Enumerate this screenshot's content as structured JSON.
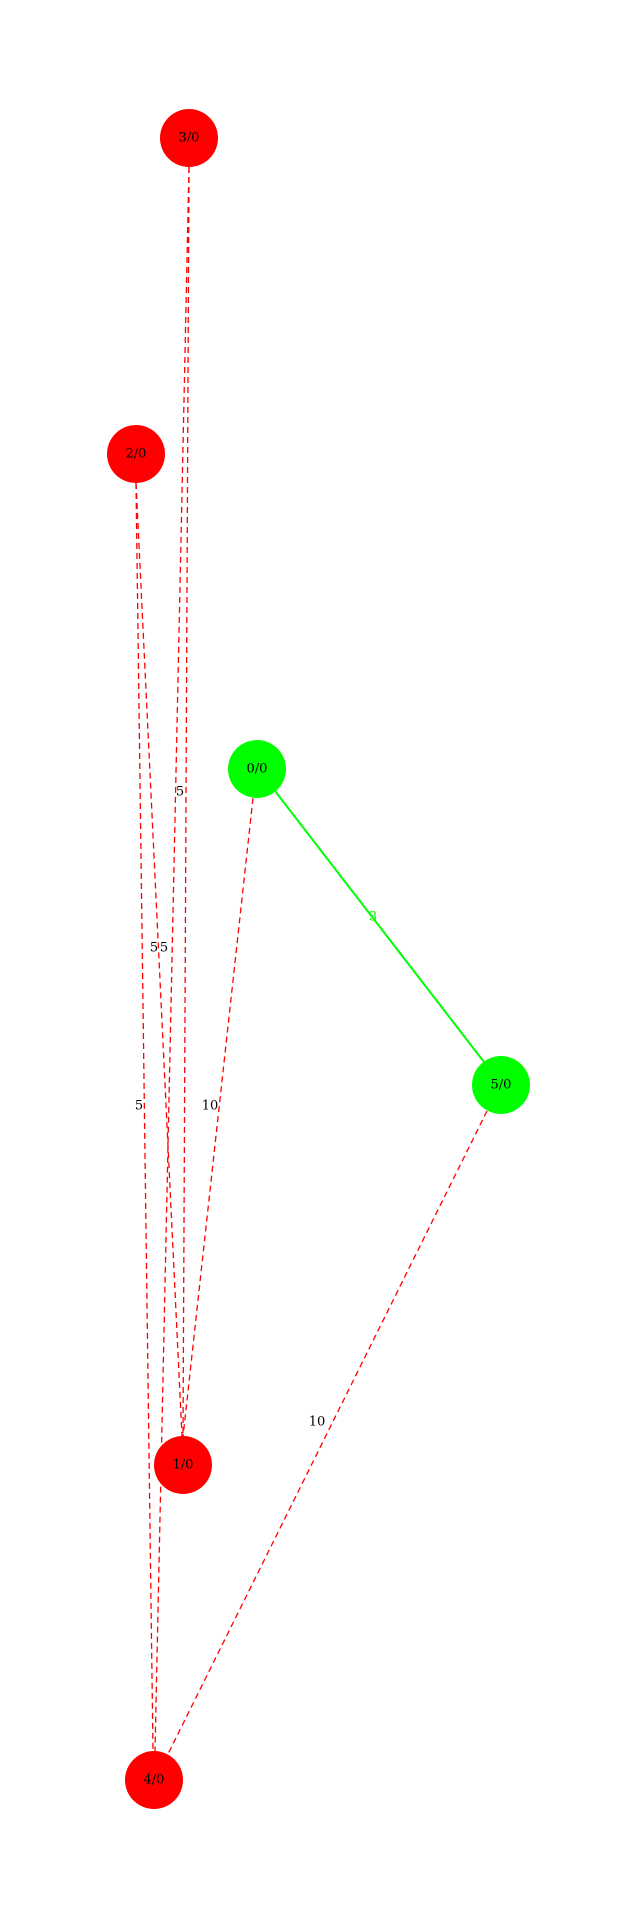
{
  "colors": {
    "red": "#ff0000",
    "green": "#00ff00",
    "label": "#000000",
    "background": "#ffffff"
  },
  "nodes": [
    {
      "id": "n0",
      "label": "0/0",
      "color": "green"
    },
    {
      "id": "n1",
      "label": "1/0",
      "color": "red"
    },
    {
      "id": "n2",
      "label": "2/0",
      "color": "red"
    },
    {
      "id": "n3",
      "label": "3/0",
      "color": "red"
    },
    {
      "id": "n4",
      "label": "4/0",
      "color": "red"
    },
    {
      "id": "n5",
      "label": "5/0",
      "color": "green"
    }
  ],
  "edges": [
    {
      "id": "e05",
      "from": "0/0",
      "to": "5/0",
      "label": "3",
      "color": "green",
      "style": "solid"
    },
    {
      "id": "e01",
      "from": "0/0",
      "to": "1/0",
      "label": "10",
      "color": "red",
      "style": "dashed"
    },
    {
      "id": "e54",
      "from": "5/0",
      "to": "4/0",
      "label": "10",
      "color": "red",
      "style": "dashed"
    },
    {
      "id": "e31",
      "from": "3/0",
      "to": "1/0",
      "label": "5",
      "color": "red",
      "style": "dashed"
    },
    {
      "id": "e34",
      "from": "3/0",
      "to": "4/0",
      "label": "5",
      "color": "red",
      "style": "dashed"
    },
    {
      "id": "e21",
      "from": "2/0",
      "to": "1/0",
      "label": "5",
      "color": "red",
      "style": "dashed"
    },
    {
      "id": "e24",
      "from": "2/0",
      "to": "4/0",
      "label": "5",
      "color": "red",
      "style": "dashed"
    }
  ]
}
